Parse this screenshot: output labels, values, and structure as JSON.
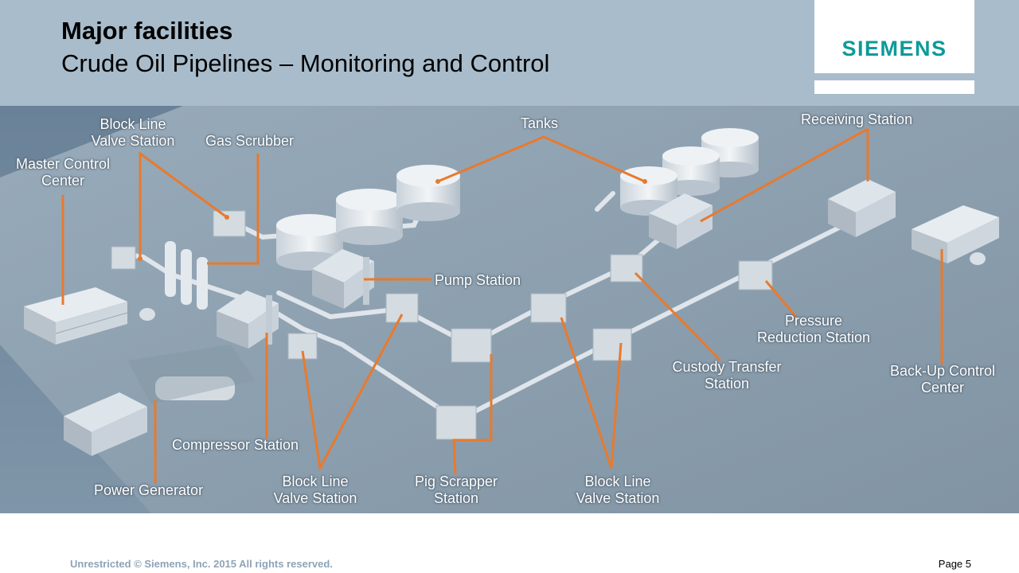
{
  "header": {
    "title": "Major facilities",
    "subtitle": "Crude Oil Pipelines – Monitoring and Control",
    "logo": "SIEMENS"
  },
  "labels": {
    "master_control": "Master Control\nCenter",
    "block_line_1": "Block Line\nValve Station",
    "gas_scrubber": "Gas Scrubber",
    "tanks": "Tanks",
    "receiving_station": "Receiving Station",
    "pump_station": "Pump Station",
    "pressure_reduction": "Pressure\nReduction Station",
    "custody_transfer": "Custody Transfer\nStation",
    "backup_control": "Back-Up Control\nCenter",
    "compressor_station": "Compressor Station",
    "power_generator": "Power Generator",
    "block_line_2": "Block Line\nValve Station",
    "pig_scrapper": "Pig Scrapper\nStation",
    "block_line_3": "Block Line\nValve Station"
  },
  "footer": {
    "text": "Unrestricted © Siemens, Inc. 2015 All rights reserved.",
    "page": "Page 5"
  },
  "colors": {
    "header_bg": "#a9bccb",
    "leader": "#e87a2d",
    "logo": "#0d9a9a",
    "ground": "#8c9fae",
    "backdrop": "#6b8399"
  }
}
